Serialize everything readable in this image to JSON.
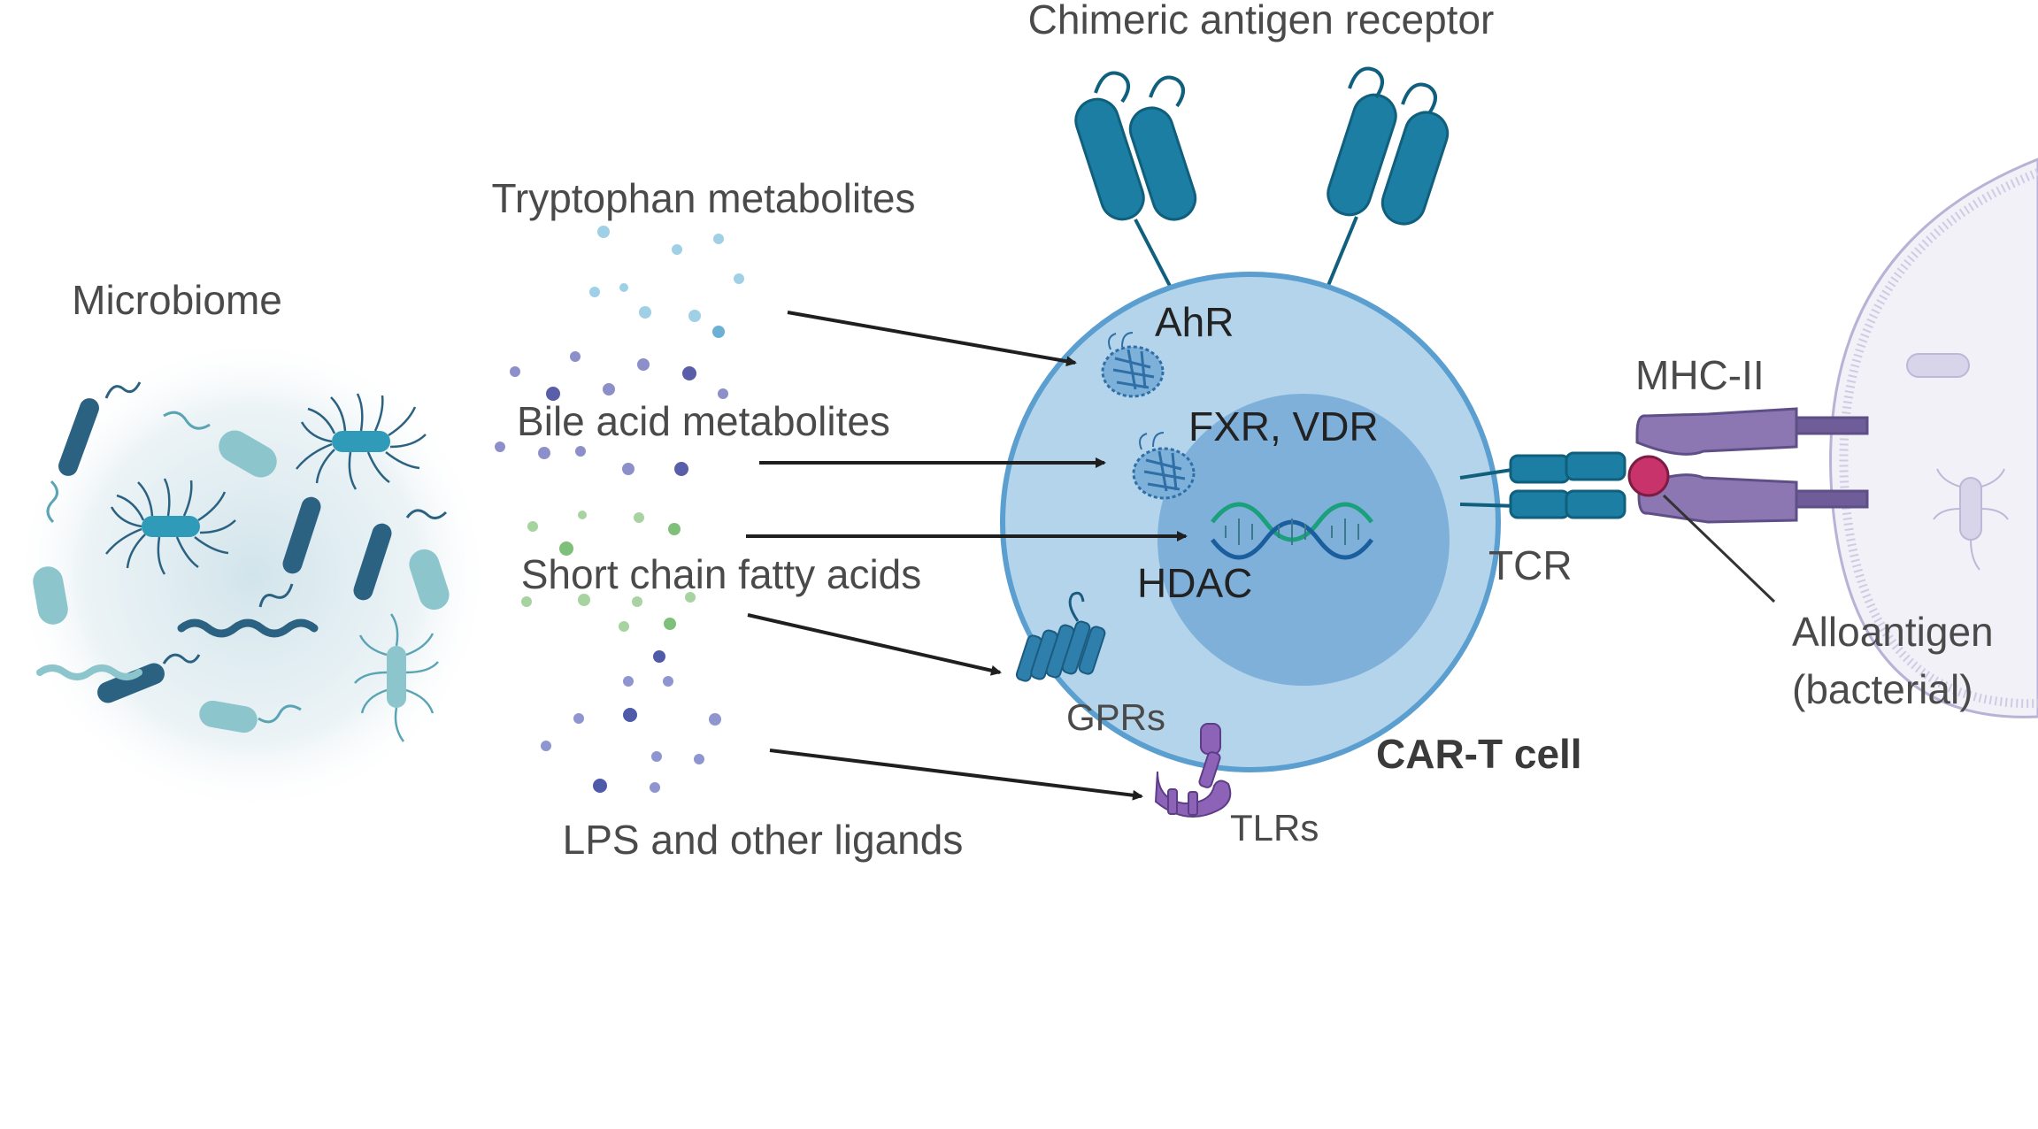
{
  "labels": {
    "car_receptor": "Chimeric antigen receptor",
    "microbiome": "Microbiome",
    "tryptophan": "Tryptophan metabolites",
    "bile_acid": "Bile acid metabolites",
    "scfa": "Short chain fatty acids",
    "lps": "LPS and other ligands",
    "ahr": "AhR",
    "fxr_vdr": "FXR, VDR",
    "hdac": "HDAC",
    "gprs": "GPRs",
    "tlrs": "TLRs",
    "car_t_cell": "CAR-T cell",
    "tcr": "TCR",
    "mhc_ii": "MHC-II",
    "alloantigen_line1": "Alloantigen",
    "alloantigen_line2": "(bacterial)"
  },
  "colors": {
    "cell_fill": "#b3d4ea",
    "cell_stroke": "#5b9fd0",
    "nucleus_fill": "#7fb0da",
    "receptor": "#1b7ea2",
    "mhc": "#8d77b3",
    "antigen": "#c8336b",
    "microbe_teal": "#3c8fa6",
    "microbe_dark": "#2c6281",
    "arrow": "#1f1f1f"
  },
  "icons": {
    "tcr": "tcr-icon",
    "mhc": "mhc-ii-icon",
    "dna": "dna-icon",
    "gpr": "gpcr-icon",
    "tlr": "tlr-icon"
  }
}
